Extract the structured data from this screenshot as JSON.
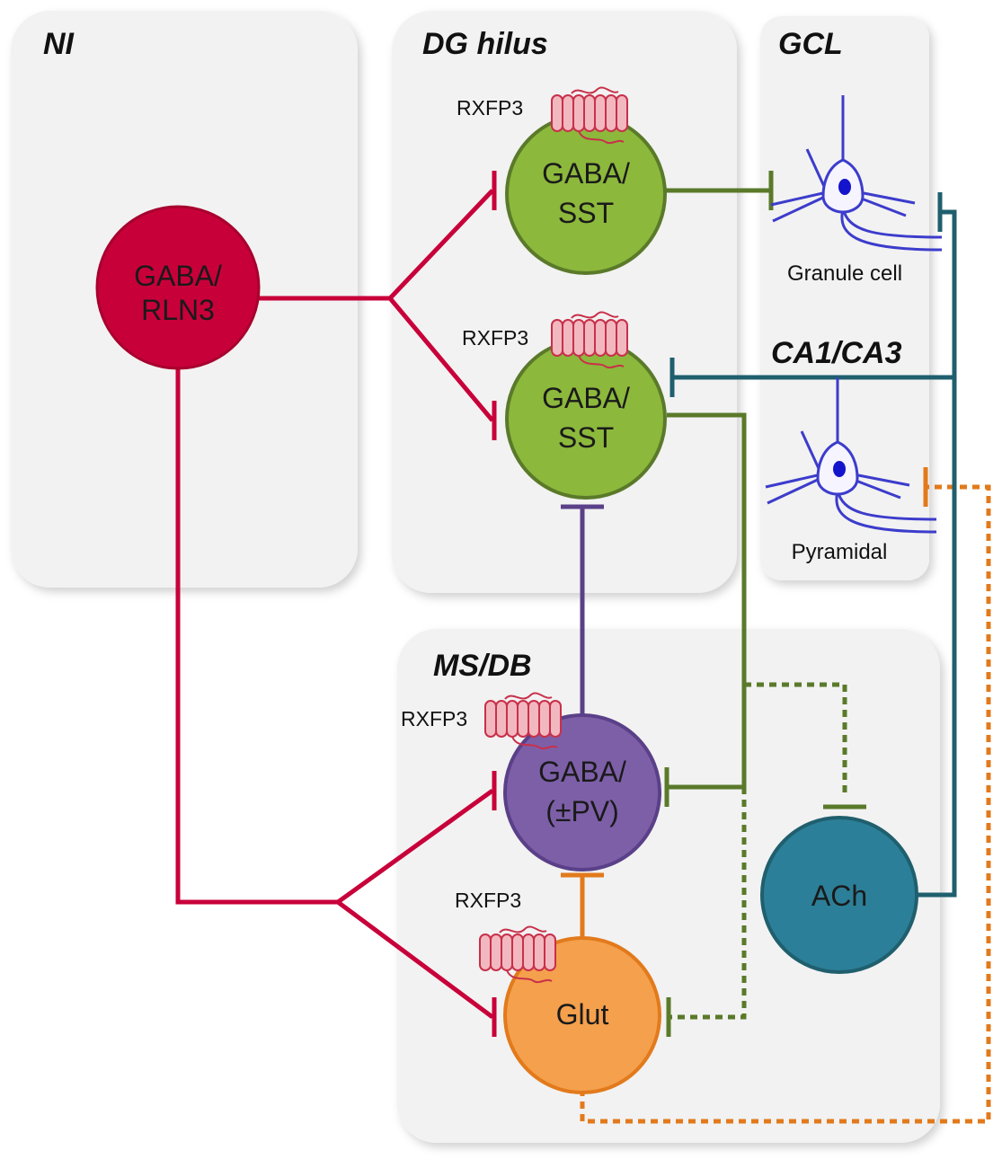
{
  "regions": {
    "ni": "NI",
    "dg_hilus": "DG hilus",
    "gcl": "GCL",
    "ca1_ca3": "CA1/CA3",
    "ms_db": "MS/DB"
  },
  "cells": {
    "rln3": [
      "GABA/",
      "RLN3"
    ],
    "sst_top": [
      "GABA/",
      "SST"
    ],
    "sst_bottom": [
      "GABA/",
      "SST"
    ],
    "pv": [
      "GABA/",
      "(±PV)"
    ],
    "glut": [
      "Glut"
    ],
    "ach": [
      "ACh"
    ]
  },
  "receptor_label": "RXFP3",
  "neurons": {
    "granule": "Granule cell",
    "pyramidal": "Pyramidal"
  },
  "colors": {
    "rln3": "#c8003a",
    "sst": "#8cb83c",
    "sst_stroke": "#5a7a2a",
    "pv": "#7d5fa8",
    "pv_stroke": "#5a4088",
    "glut": "#f4a04c",
    "glut_stroke": "#e27a1c",
    "ach": "#2c7f98",
    "ach_stroke": "#1f5f6e",
    "receptor": "#f2b8c0",
    "receptor_stroke": "#c8304a",
    "neuron": "#3c3ccc",
    "panel": "#f2f2f2"
  }
}
